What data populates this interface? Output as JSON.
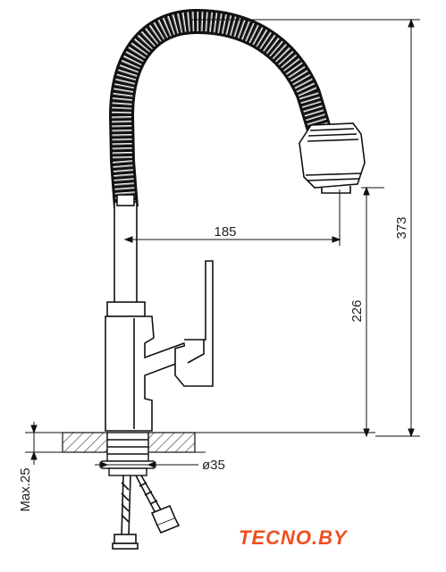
{
  "dimensions": {
    "reach": "185",
    "total_height": "373",
    "spout_height": "226",
    "mount_hole": "ø35",
    "max_thickness": "Max.25"
  },
  "logo": {
    "text": "TECNO.BY",
    "color": "#f04e1e"
  }
}
